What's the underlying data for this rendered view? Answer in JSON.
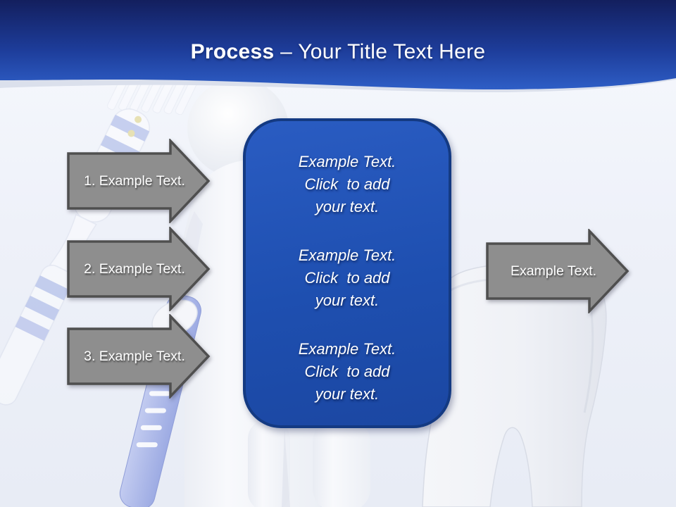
{
  "slide": {
    "header": {
      "title_bold": "Process",
      "title_rest": "– Your Title Text Here"
    },
    "left_arrows": [
      {
        "label": "1. Example Text."
      },
      {
        "label": "2. Example Text."
      },
      {
        "label": "3. Example Text."
      }
    ],
    "right_arrow": {
      "label": "Example Text."
    },
    "center_box": {
      "blocks": [
        "Example Text.\nClick  to add\nyour text.",
        "Example Text.\nClick  to add\nyour text.",
        "Example Text.\nClick  to add\nyour text."
      ]
    },
    "colors": {
      "header_top": "#131f5e",
      "header_mid": "#1d3c99",
      "header_bottom": "#2e5ec6",
      "box_fill": "#1e4fb0",
      "box_border": "#143a82",
      "arrow_fill": "#8e8e8e",
      "arrow_border": "#4f4f4f",
      "text_on_dark": "#ffffff",
      "background": "#eef1f9"
    },
    "illustrations": {
      "top_left": "faded-toothbrush",
      "center": "3d-figure-holding-toothbrush",
      "right": "tooth"
    }
  }
}
